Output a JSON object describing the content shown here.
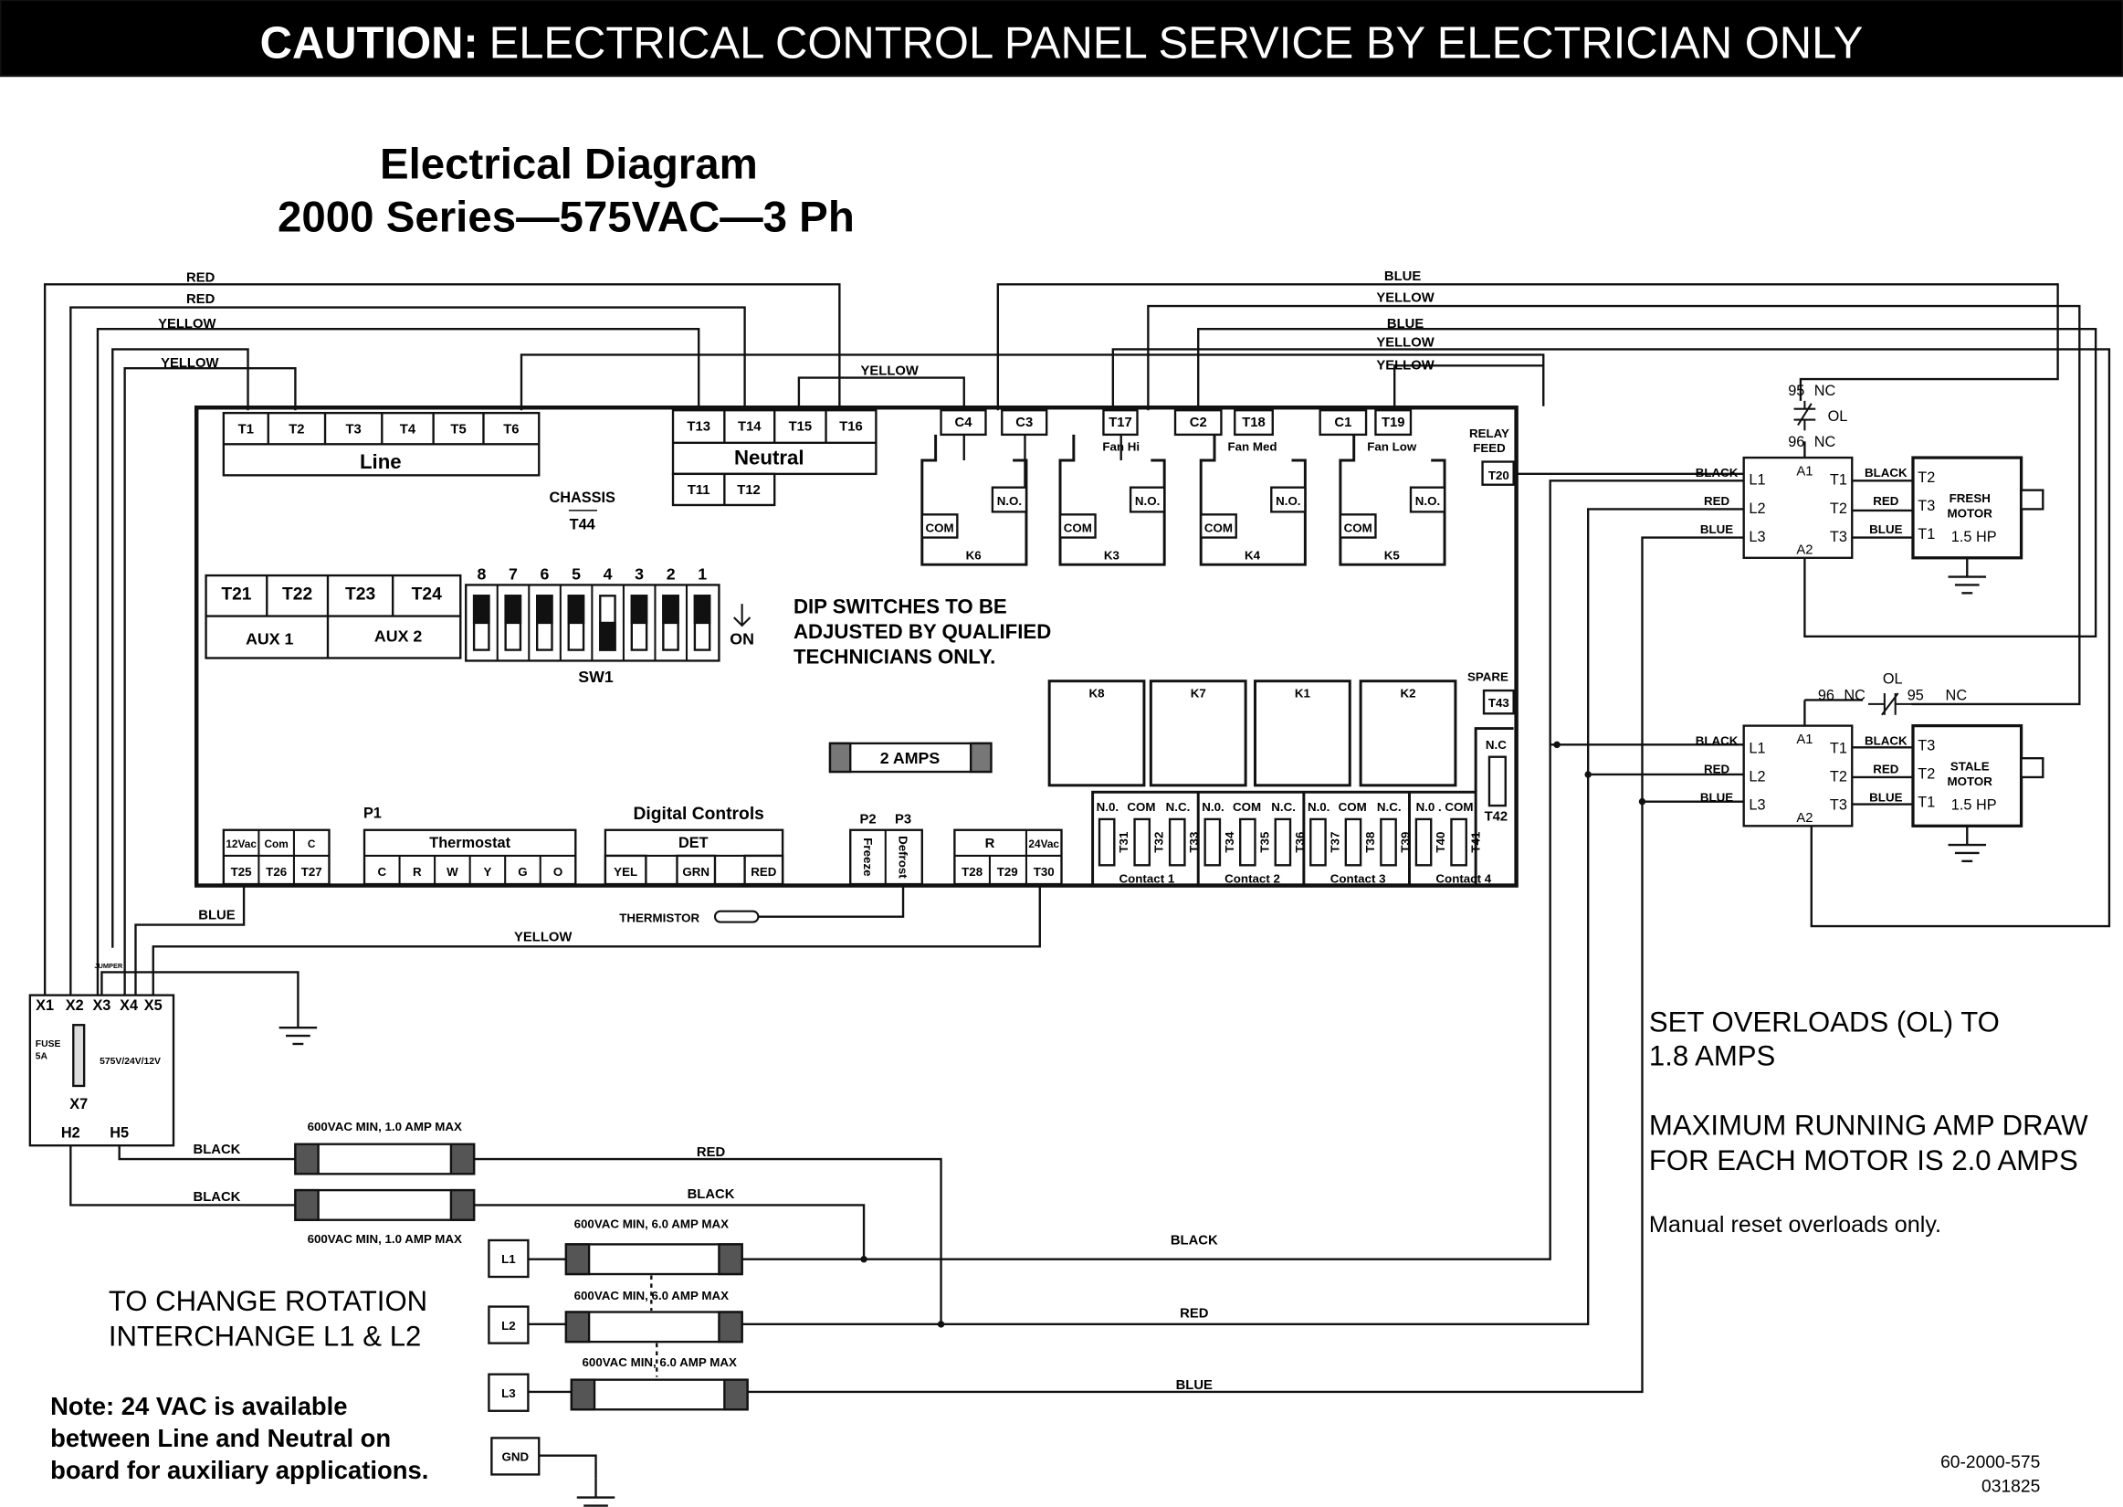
{
  "header": {
    "caution": "CAUTION:",
    "message": "ELECTRICAL CONTROL PANEL  SERVICE BY ELECTRICIAN ONLY",
    "background": "#000000",
    "text_color": "#ffffff"
  },
  "title": {
    "line1": "Electrical Diagram",
    "line2": "2000 Series—575VAC—3 Ph"
  },
  "board": {
    "line_terminals": [
      "T1",
      "T2",
      "T3",
      "T4",
      "T5",
      "T6"
    ],
    "line_label": "Line",
    "neutral_terminals": [
      "T13",
      "T14",
      "T15",
      "T16"
    ],
    "neutral_label": "Neutral",
    "neutral_lower_terminals": [
      "T11",
      "T12"
    ],
    "chassis_label": "CHASSIS",
    "chassis_terminal": "T44",
    "aux_terminals": [
      "T21",
      "T22",
      "T23",
      "T24"
    ],
    "aux_labels": [
      "AUX 1",
      "AUX 2"
    ],
    "dip_switch": {
      "numbers": [
        "8",
        "7",
        "6",
        "5",
        "4",
        "3",
        "2",
        "1"
      ],
      "on_states": [
        false,
        false,
        false,
        false,
        true,
        false,
        false,
        false
      ],
      "label": "SW1",
      "on_label": "ON",
      "note": [
        "DIP SWITCHES TO BE",
        "ADJUSTED BY QUALIFIED",
        "TECHNICIANS ONLY."
      ]
    },
    "top_terminals": [
      "C4",
      "C3",
      "T17",
      "C2",
      "T18",
      "C1",
      "T19"
    ],
    "fan_labels": [
      "Fan Hi",
      "Fan Med",
      "Fan Low"
    ],
    "relays": [
      {
        "name": "K6",
        "com": "COM",
        "no": "N.O."
      },
      {
        "name": "K3",
        "com": "COM",
        "no": "N.O."
      },
      {
        "name": "K4",
        "com": "COM",
        "no": "N.O."
      },
      {
        "name": "K5",
        "com": "COM",
        "no": "N.O."
      }
    ],
    "relay_feed": [
      "RELAY",
      "FEED"
    ],
    "relay_feed_terminal": "T20",
    "spare_label": "SPARE",
    "spare_terminal": "T43",
    "large_relays": [
      "K8",
      "K7",
      "K1",
      "K2"
    ],
    "nc_label": "N.C",
    "nc_terminal": "T42",
    "fuse_label": "2 AMPS",
    "p1": "P1",
    "p2": "P2",
    "p3": "P3",
    "digital_controls": "Digital Controls",
    "power_terminals": {
      "headers": [
        "12Vac",
        "Com",
        "C"
      ],
      "terminals": [
        "T25",
        "T26",
        "T27"
      ]
    },
    "thermostat": {
      "label": "Thermostat",
      "terminals": [
        "C",
        "R",
        "W",
        "Y",
        "G",
        "O"
      ]
    },
    "det": {
      "label": "DET",
      "terminals": [
        "YEL",
        "GRN",
        "RED"
      ]
    },
    "freeze_defrost": [
      "Freeze",
      "Defrost"
    ],
    "r_block": {
      "headers": [
        "R",
        "24Vac"
      ],
      "terminals": [
        "T28",
        "T29",
        "T30"
      ]
    },
    "contacts": [
      {
        "headers": [
          "N.0.",
          "COM",
          "N.C."
        ],
        "terminals": [
          "T31",
          "T32",
          "T33"
        ],
        "label": "Contact 1"
      },
      {
        "headers": [
          "N.0.",
          "COM",
          "N.C."
        ],
        "terminals": [
          "T34",
          "T35",
          "T36"
        ],
        "label": "Contact 2"
      },
      {
        "headers": [
          "N.0.",
          "COM",
          "N.C."
        ],
        "terminals": [
          "T37",
          "T38",
          "T39"
        ],
        "label": "Contact 3"
      },
      {
        "headers": [
          "N.0 . COM"
        ],
        "terminals": [
          "T40",
          "T41"
        ],
        "label": "Contact 4"
      }
    ],
    "thermistor": "THERMISTOR"
  },
  "wire_labels": [
    "RED",
    "RED",
    "YELLOW",
    "YELLOW",
    "YELLOW",
    "BLUE",
    "YELLOW",
    "BLUE",
    "YELLOW",
    "YELLOW",
    "BLUE",
    "YELLOW",
    "BLACK",
    "BLACK",
    "RED",
    "BLACK",
    "BLACK",
    "RED",
    "BLUE"
  ],
  "transformer": {
    "terminals": [
      "X1",
      "X2",
      "X3",
      "X4",
      "X5"
    ],
    "jumper": "JUMPER",
    "fuse": [
      "FUSE",
      "5A"
    ],
    "voltage": "575V/24V/12V",
    "x7": "X7",
    "primary": [
      "H2",
      "H5"
    ]
  },
  "fuses": {
    "control": [
      "600VAC MIN, 1.0 AMP MAX",
      "600VAC MIN, 1.0 AMP MAX"
    ],
    "line": [
      "600VAC MIN, 6.0 AMP MAX",
      "600VAC MIN, 6.0 AMP MAX",
      "600VAC MIN, 6.0 AMP MAX"
    ]
  },
  "supply_terminals": [
    "L1",
    "L2",
    "L3",
    "GND"
  ],
  "motors": {
    "fresh": {
      "name": [
        "FRESH",
        "MOTOR"
      ],
      "hp": "1.5 HP",
      "contactor_inputs": [
        "L1",
        "L2",
        "L3"
      ],
      "contactor_outputs": [
        "T1",
        "T2",
        "T3"
      ],
      "coil": [
        "A1",
        "A2"
      ],
      "motor_terminals": [
        "T2",
        "T3",
        "T1"
      ],
      "wire_labels_in": [
        "BLACK",
        "RED",
        "BLUE"
      ],
      "wire_labels_out": [
        "BLACK",
        "RED",
        "BLUE"
      ],
      "overload": {
        "label": "OL",
        "top": [
          "95",
          "NC"
        ],
        "bottom": [
          "96",
          "NC"
        ]
      }
    },
    "stale": {
      "name": [
        "STALE",
        "MOTOR"
      ],
      "hp": "1.5 HP",
      "contactor_inputs": [
        "L1",
        "L2",
        "L3"
      ],
      "contactor_outputs": [
        "T1",
        "T2",
        "T3"
      ],
      "coil": [
        "A1",
        "A2"
      ],
      "motor_terminals": [
        "T3",
        "T2",
        "T1"
      ],
      "wire_labels_in": [
        "BLACK",
        "RED",
        "BLUE"
      ],
      "wire_labels_out": [
        "BLACK",
        "RED",
        "BLUE"
      ],
      "overload": {
        "label": "OL",
        "left": [
          "96",
          "NC"
        ],
        "right": [
          "95",
          "NC"
        ]
      }
    }
  },
  "notes": {
    "overloads": [
      "SET OVERLOADS (OL) TO",
      "1.8 AMPS"
    ],
    "max_draw": [
      "MAXIMUM RUNNING AMP DRAW",
      "FOR EACH MOTOR IS 2.0 AMPS"
    ],
    "manual_reset": "Manual reset overloads only.",
    "rotation": [
      "TO CHANGE ROTATION",
      "INTERCHANGE L1 & L2"
    ],
    "aux_note": [
      "Note: 24 VAC is available",
      "between Line and Neutral on",
      "board for auxiliary applications."
    ]
  },
  "document": {
    "number": "60-2000-575",
    "date_code": "031825"
  }
}
